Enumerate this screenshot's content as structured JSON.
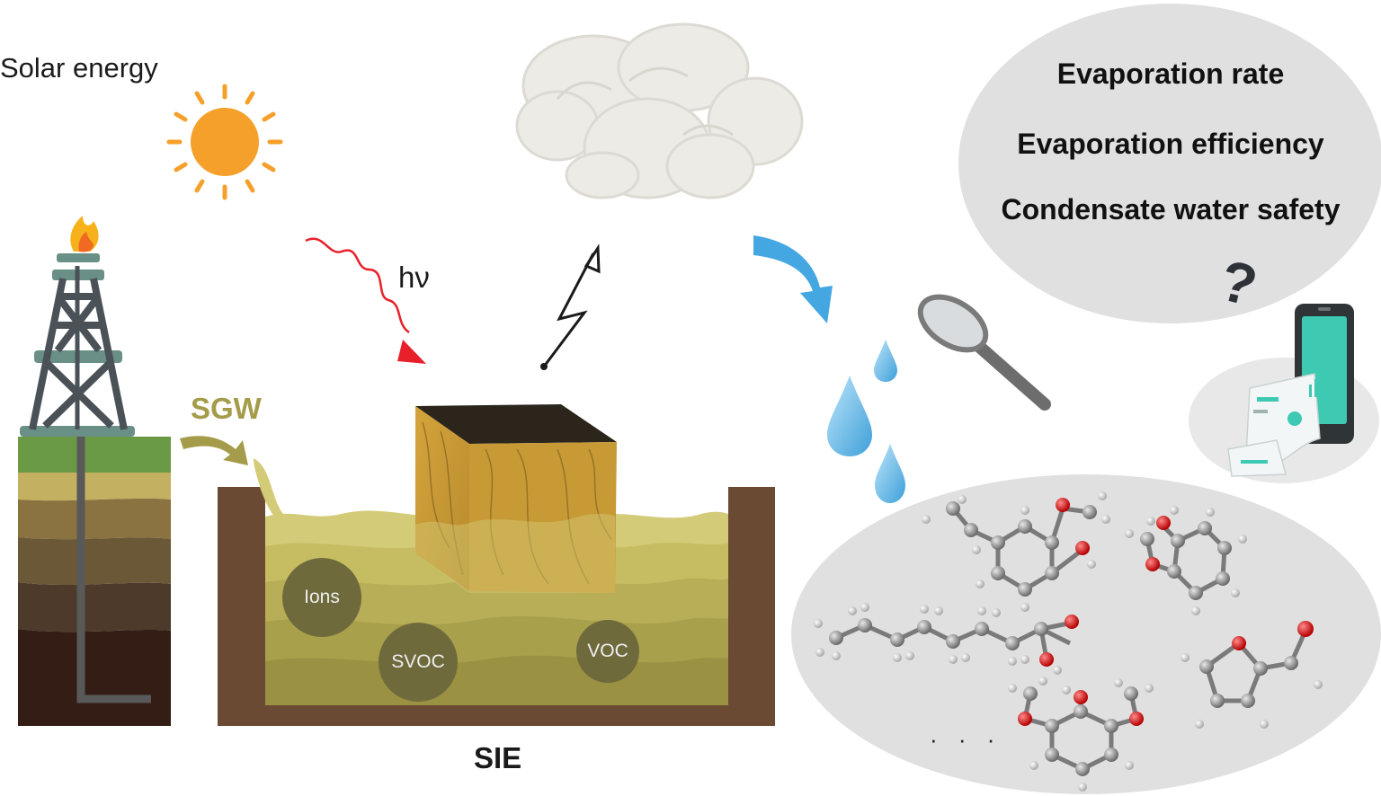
{
  "labels": {
    "solar_energy": "Solar energy",
    "hv": "hν",
    "sgw": "SGW",
    "sie": "SIE",
    "ions": "Ions",
    "svoc": "SVOC",
    "voc": "VOC",
    "ellipsis": "· · ·"
  },
  "questions": {
    "q1": "Evaporation rate",
    "q2": "Evaporation efficiency",
    "q3": "Condensate water safety",
    "mark": "?"
  },
  "colors": {
    "sun": "#f5a02a",
    "water": "#d3c97a",
    "container": "#6b4a33",
    "arrow_red": "#e8202a",
    "arrow_blue": "#45a7e2",
    "sgw_olive": "#a49c4a",
    "ellipse_gray": "#e0e0e0"
  },
  "icons": [
    "sun-icon",
    "oil-derrick-icon",
    "flame-icon",
    "cloud-icon",
    "magnifier-icon",
    "water-drop-icon",
    "phone-report-icon",
    "molecule-icon"
  ]
}
